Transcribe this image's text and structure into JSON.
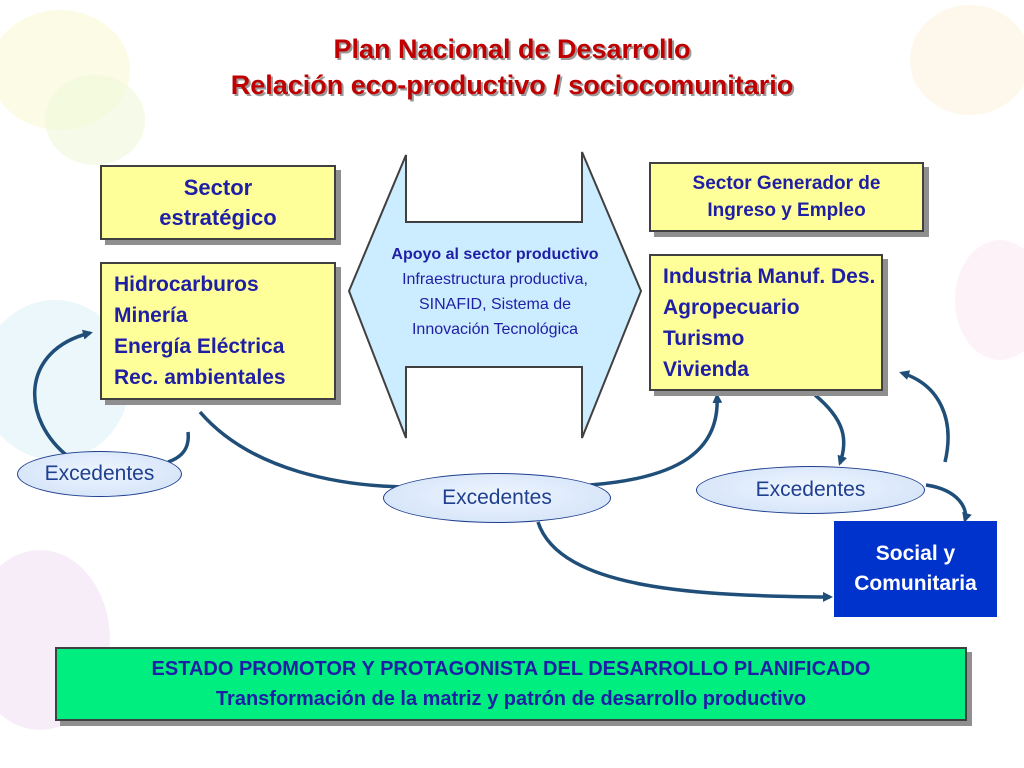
{
  "title": {
    "line1": "Plan Nacional de Desarrollo",
    "line2": "Relación eco-productivo / sociocomunitario"
  },
  "sector_estrategico": {
    "header": "Sector estratégico",
    "items": [
      "Hidrocarburos",
      "Minería",
      "Energía Eléctrica",
      "Rec. ambientales"
    ]
  },
  "sector_generador": {
    "header": "Sector Generador de Ingreso y Empleo",
    "items": [
      "Industria Manuf. Des.",
      "Agropecuario",
      "Turismo",
      "Vivienda"
    ]
  },
  "apoyo": {
    "heading": "Apoyo al sector productivo",
    "line1": "Infraestructura productiva,",
    "line2": "SINAFID, Sistema de",
    "line3": "Innovación Tecnológica"
  },
  "excedentes": {
    "left": "Excedentes",
    "center": "Excedentes",
    "right": "Excedentes"
  },
  "social": {
    "line1": "Social y",
    "line2": "Comunitaria"
  },
  "estado": {
    "line1": "ESTADO PROMOTOR Y PROTAGONISTA DEL DESARROLLO PLANIFICADO",
    "line2": "Transformación de la matriz y patrón de desarrollo productivo"
  },
  "colors": {
    "title": "#c00000",
    "box_fill": "#ffff99",
    "box_text": "#1f1fa6",
    "arrow": "#1f4e79",
    "social_fill": "#0033cc",
    "estado_fill": "#00ee7f"
  }
}
